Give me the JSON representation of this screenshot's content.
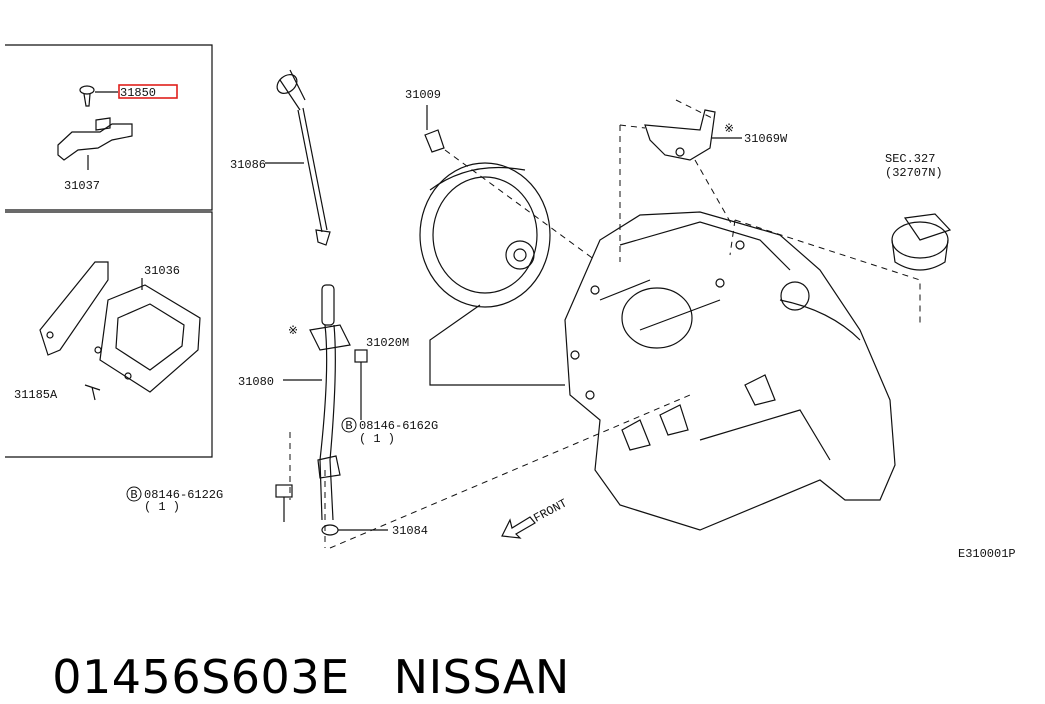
{
  "callouts": {
    "p31850": "31850",
    "p31037": "31037",
    "p31036": "31036",
    "p31185A": "31185A",
    "p31086": "31086",
    "p31080": "31080",
    "p31009": "31009",
    "p31069W": "31069W",
    "p31020M": "31020M",
    "p31084": "31084",
    "bolt1_code": "08146-6162G",
    "bolt1_qty": "( 1 )",
    "bolt2_code": "08146-6122G",
    "bolt2_qty": "( 1 )",
    "sec_ref": "SEC.327",
    "sec_sub": "(32707N)",
    "star": "※",
    "circle_b": "B"
  },
  "front_label": "FRONT",
  "diagram_code": "E310001P",
  "caption": {
    "part_number": "01456S603E",
    "brand": "NISSAN"
  },
  "colors": {
    "highlight": "#e0201c",
    "ink": "#111111"
  }
}
